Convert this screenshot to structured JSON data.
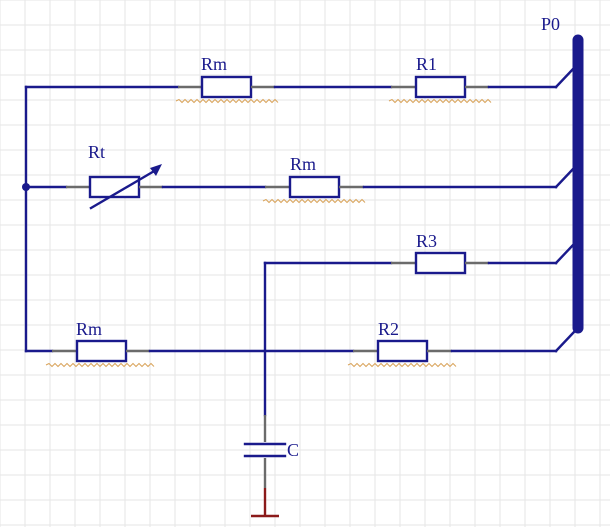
{
  "labels": {
    "bus": "P0",
    "rm_top": "Rm",
    "r1": "R1",
    "rt": "Rt",
    "rm_mid": "Rm",
    "r3": "R3",
    "rm_bottom": "Rm",
    "r2": "R2",
    "cap": "C"
  },
  "colors": {
    "wire": "#1a1a8c",
    "lead": "#6b6b6b",
    "ground": "#8b1a1a",
    "squiggle": "#d9a45c",
    "grid": "#e6e6e6"
  }
}
